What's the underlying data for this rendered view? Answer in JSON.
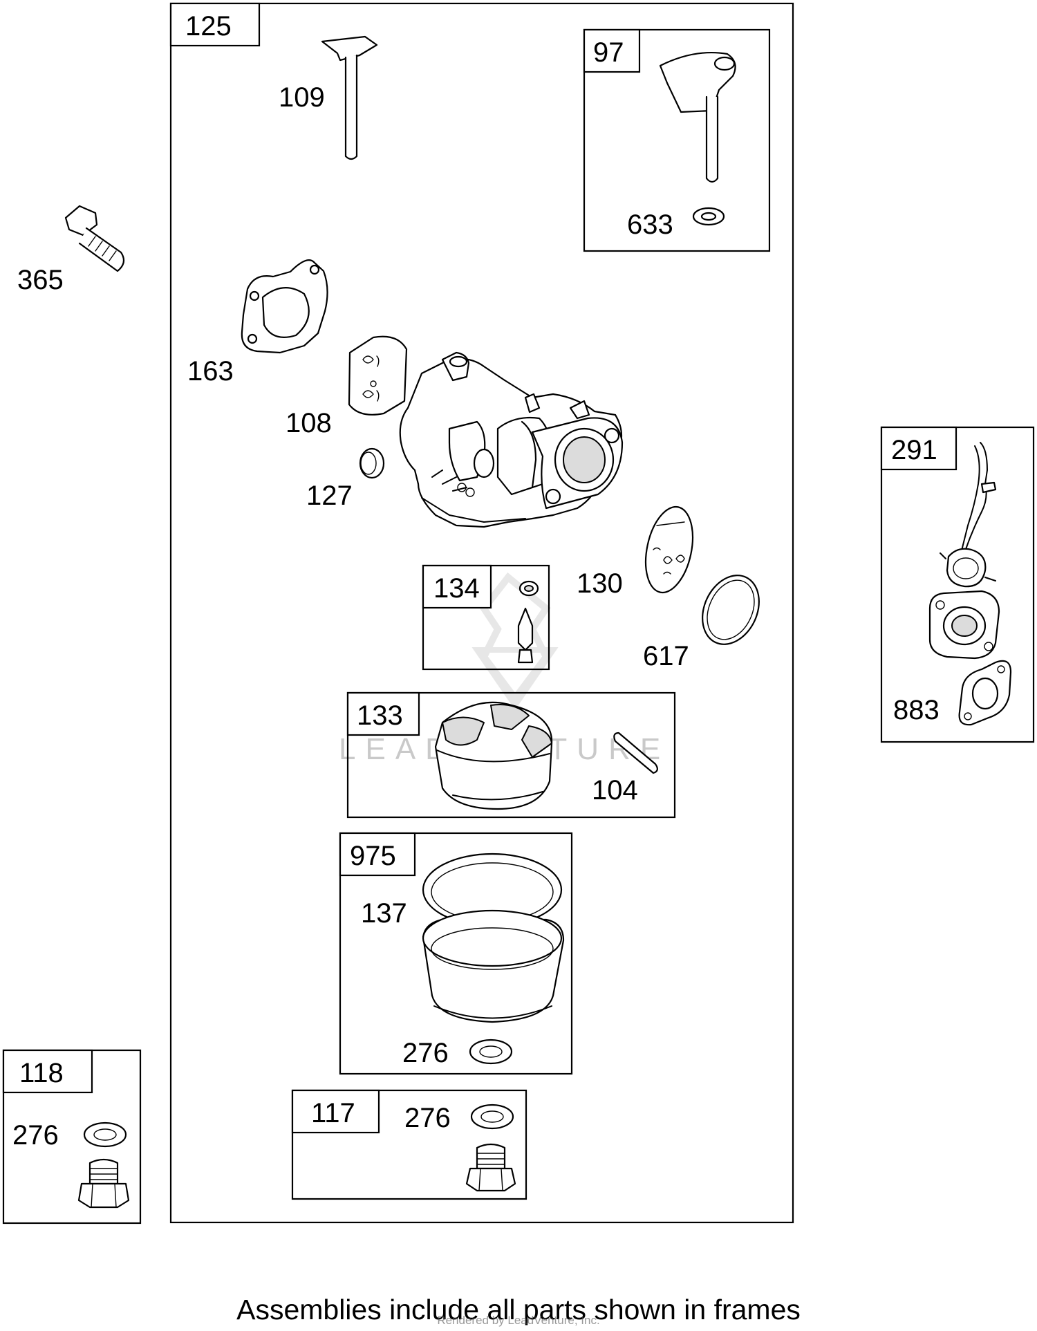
{
  "frames": {
    "f125": "125",
    "f97": "97",
    "f134": "134",
    "f133": "133",
    "f975": "975",
    "f117": "117",
    "f118": "118",
    "f291": "291"
  },
  "parts": {
    "p109": "109",
    "p633": "633",
    "p365": "365",
    "p163": "163",
    "p108": "108",
    "p127": "127",
    "p130": "130",
    "p617": "617",
    "p104": "104",
    "p137": "137",
    "p276_975": "276",
    "p276_117": "276",
    "p276_118": "276",
    "p883": "883"
  },
  "caption": "Assemblies include all parts shown in frames",
  "watermark": {
    "brand": "LEADVENTURE",
    "credit": "Rendered by LeadVenture, Inc."
  }
}
